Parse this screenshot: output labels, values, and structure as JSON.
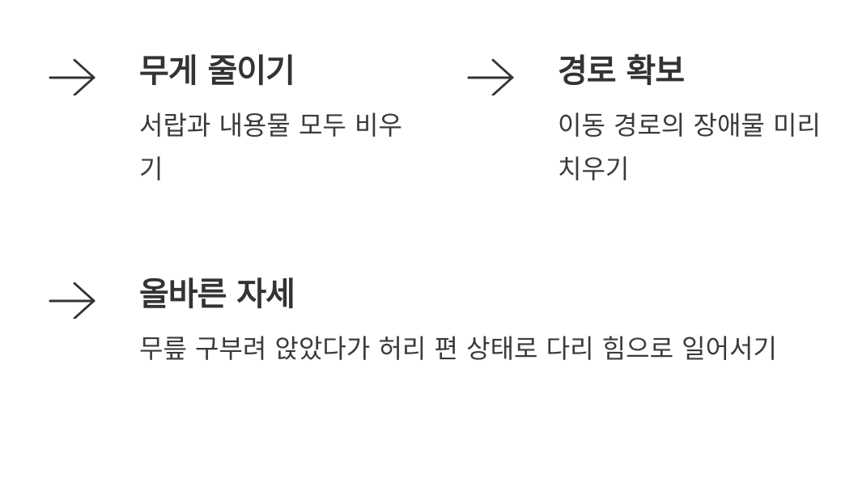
{
  "tips": [
    {
      "icon": "arrow-right-icon",
      "title": "무게 줄이기",
      "description": "서랍과 내용물 모두 비우기"
    },
    {
      "icon": "arrow-right-icon",
      "title": "경로 확보",
      "description": "이동 경로의 장애물 미리 치우기"
    },
    {
      "icon": "arrow-right-icon",
      "title": "올바른 자세",
      "description": "무릎 구부려 앉았다가 허리 편 상태로 다리 힘으로 일어서기"
    }
  ]
}
